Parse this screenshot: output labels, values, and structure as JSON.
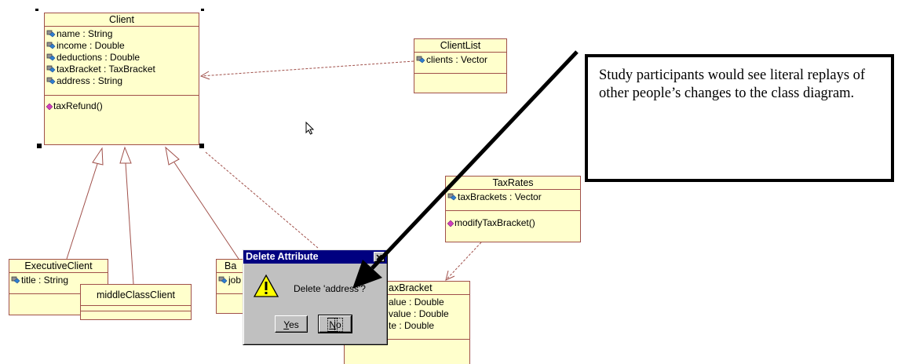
{
  "classes": {
    "client": {
      "name": "Client",
      "attributes": [
        "name : String",
        "income : Double",
        "deductions : Double",
        "taxBracket : TaxBracket",
        "address : String"
      ],
      "operations": [
        "taxRefund()"
      ]
    },
    "client_list": {
      "name": "ClientList",
      "attributes": [
        "clients : Vector"
      ]
    },
    "tax_rates": {
      "name": "TaxRates",
      "attributes": [
        "taxBrackets : Vector"
      ],
      "operations": [
        "modifyTaxBracket()"
      ]
    },
    "executive_client": {
      "name": "ExecutiveClient",
      "attributes": [
        "title : String"
      ]
    },
    "middle_class_client": {
      "name": "middleClassClient"
    },
    "ba_partial": {
      "name": "Ba",
      "attributes": [
        "job"
      ]
    },
    "tax_bracket_partial": {
      "name": "axBracket",
      "attributes": [
        "alue : Double",
        "value : Double",
        "te : Double"
      ]
    }
  },
  "dialog": {
    "title": "Delete Attribute",
    "message": "Delete 'address'?",
    "yes_prefix": "Y",
    "yes_rest": "es",
    "no_prefix": "N",
    "no_rest": "o"
  },
  "callout": {
    "text": "Study participants would see literal replays of other people’s changes to the class diagram."
  },
  "colors": {
    "class_fill": "#ffffcc",
    "class_border": "#a0504a",
    "dialog_title": "#000080",
    "dialog_face": "#c0c0c0"
  }
}
